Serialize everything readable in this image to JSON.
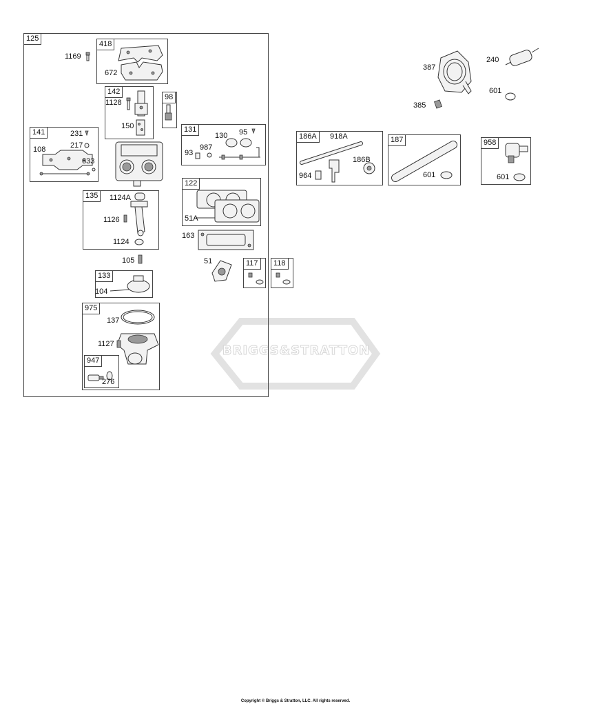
{
  "diagram": {
    "groups": {
      "g125": "125",
      "g418": "418",
      "g142": "142",
      "g98": "98",
      "g141": "141",
      "g131": "131",
      "g135": "135",
      "g122": "122",
      "g133": "133",
      "g117": "117",
      "g118": "118",
      "g975": "975",
      "g947": "947",
      "g186A": "186A",
      "g187": "187",
      "g958": "958"
    },
    "parts": {
      "p1169": "1169",
      "p672": "672",
      "p1128": "1128",
      "p150": "150",
      "p231": "231",
      "p217": "217",
      "p108": "108",
      "p633": "633",
      "p130": "130",
      "p95": "95",
      "p93": "93",
      "p987": "987",
      "p1124A": "1124A",
      "p1126": "1126",
      "p1124": "1124",
      "p51A": "51A",
      "p163": "163",
      "p105": "105",
      "p51": "51",
      "p104": "104",
      "p137": "137",
      "p1127": "1127",
      "p276": "276",
      "p387": "387",
      "p240": "240",
      "p601a": "601",
      "p385": "385",
      "p918A": "918A",
      "p186B": "186B",
      "p964": "964",
      "p601b": "601",
      "p601c": "601"
    }
  },
  "watermark": "BRIGGS&STRATTON",
  "copyright": "Copyright © Briggs & Stratton, LLC. All rights reserved."
}
